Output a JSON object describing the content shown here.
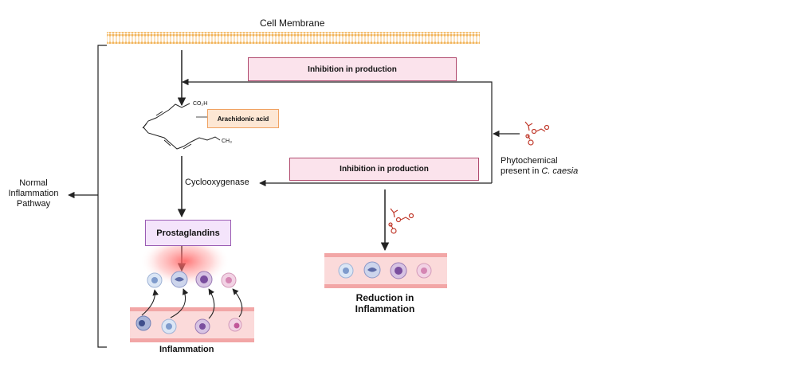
{
  "labels": {
    "cell_membrane": "Cell Membrane",
    "inhibition_top": "Inhibition in production",
    "inhibition_mid": "Inhibition in production",
    "arachidonic_acid": "Arachidonic acid",
    "co2h": "CO₂H",
    "ch3": "CH₃",
    "cyclooxygenase": "Cyclooxygenase",
    "prostaglandins": "Prostaglandins",
    "inflammation": "Inflammation",
    "reduction_line1": "Reduction in",
    "reduction_line2": "Inflammation",
    "normal_line1": "Normal",
    "normal_line2": "Inflammation",
    "normal_line3": "Pathway",
    "phyto_line1": "Phytochemical",
    "phyto_line2_prefix": "present in ",
    "phyto_line2_species": "C. caesia"
  },
  "colors": {
    "membrane": "#f2b45a",
    "inhibition_fill": "#fbe3ec",
    "inhibition_border": "#b04a6e",
    "acid_fill": "#fde7d4",
    "acid_border": "#f0a262",
    "prostaglandin_fill": "#f4e4fb",
    "prostaglandin_border": "#9a5cb3",
    "vessel": "#f2a6a6",
    "molecule": "#c0392b"
  }
}
